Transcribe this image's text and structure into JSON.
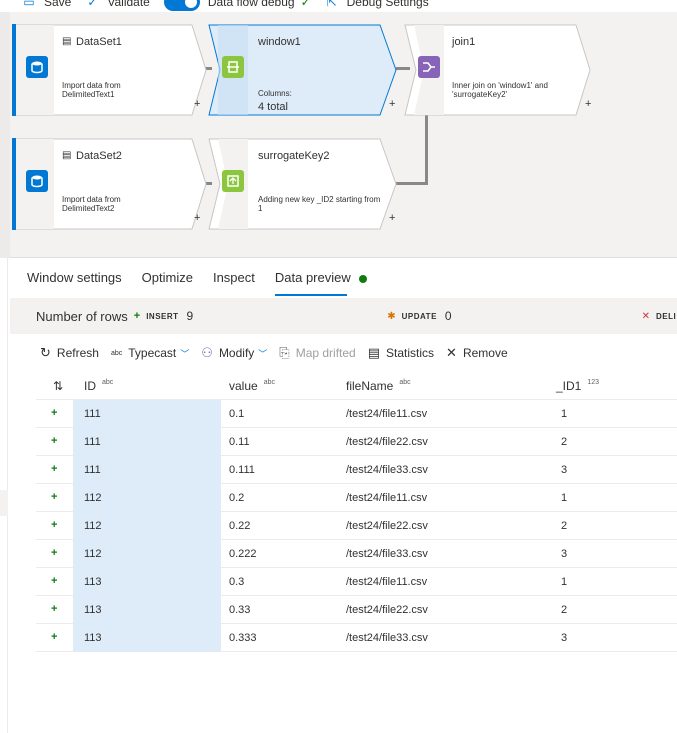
{
  "toolbar": {
    "save": "Save",
    "validate": "Validate",
    "debug": "Data flow debug",
    "debug_settings": "Debug Settings"
  },
  "nodes": {
    "dataset1": {
      "title": "DataSet1",
      "desc": "Import data from DelimitedText1"
    },
    "window1": {
      "title": "window1",
      "desc_label": "Columns:",
      "desc_value": "4 total"
    },
    "join1": {
      "title": "join1",
      "desc": "Inner join on 'window1' and 'surrogateKey2'"
    },
    "dataset2": {
      "title": "DataSet2",
      "desc": "Import data from DelimitedText2"
    },
    "surrogateKey2": {
      "title": "surrogateKey2",
      "desc": "Adding new key _ID2 starting from 1"
    },
    "plus": "+"
  },
  "tabs": [
    {
      "label": "Window settings"
    },
    {
      "label": "Optimize"
    },
    {
      "label": "Inspect"
    },
    {
      "label": "Data preview"
    }
  ],
  "stats": {
    "label": "Number of rows",
    "insert_tag": "INSERT",
    "insert_count": "9",
    "update_tag": "UPDATE",
    "update_count": "0",
    "delete_tag": "DELI"
  },
  "actions": {
    "refresh": "Refresh",
    "typecast": "Typecast",
    "modify": "Modify",
    "map_drifted": "Map drifted",
    "statistics": "Statistics",
    "remove": "Remove",
    "abc": "abc"
  },
  "table": {
    "columns": [
      {
        "name": "ID",
        "type": "abc"
      },
      {
        "name": "value",
        "type": "abc"
      },
      {
        "name": "fileName",
        "type": "abc"
      },
      {
        "name": "_ID1",
        "type": "123"
      }
    ],
    "rows": [
      [
        "111",
        "0.1",
        "/test24/file11.csv",
        "1"
      ],
      [
        "111",
        "0.11",
        "/test24/file22.csv",
        "2"
      ],
      [
        "111",
        "0.111",
        "/test24/file33.csv",
        "3"
      ],
      [
        "112",
        "0.2",
        "/test24/file11.csv",
        "1"
      ],
      [
        "112",
        "0.22",
        "/test24/file22.csv",
        "2"
      ],
      [
        "112",
        "0.222",
        "/test24/file33.csv",
        "3"
      ],
      [
        "113",
        "0.3",
        "/test24/file11.csv",
        "1"
      ],
      [
        "113",
        "0.33",
        "/test24/file22.csv",
        "2"
      ],
      [
        "113",
        "0.333",
        "/test24/file33.csv",
        "3"
      ]
    ]
  },
  "colors": {
    "accent": "#0078d4",
    "selected_node": "#deecf9",
    "success": "#107c10"
  }
}
